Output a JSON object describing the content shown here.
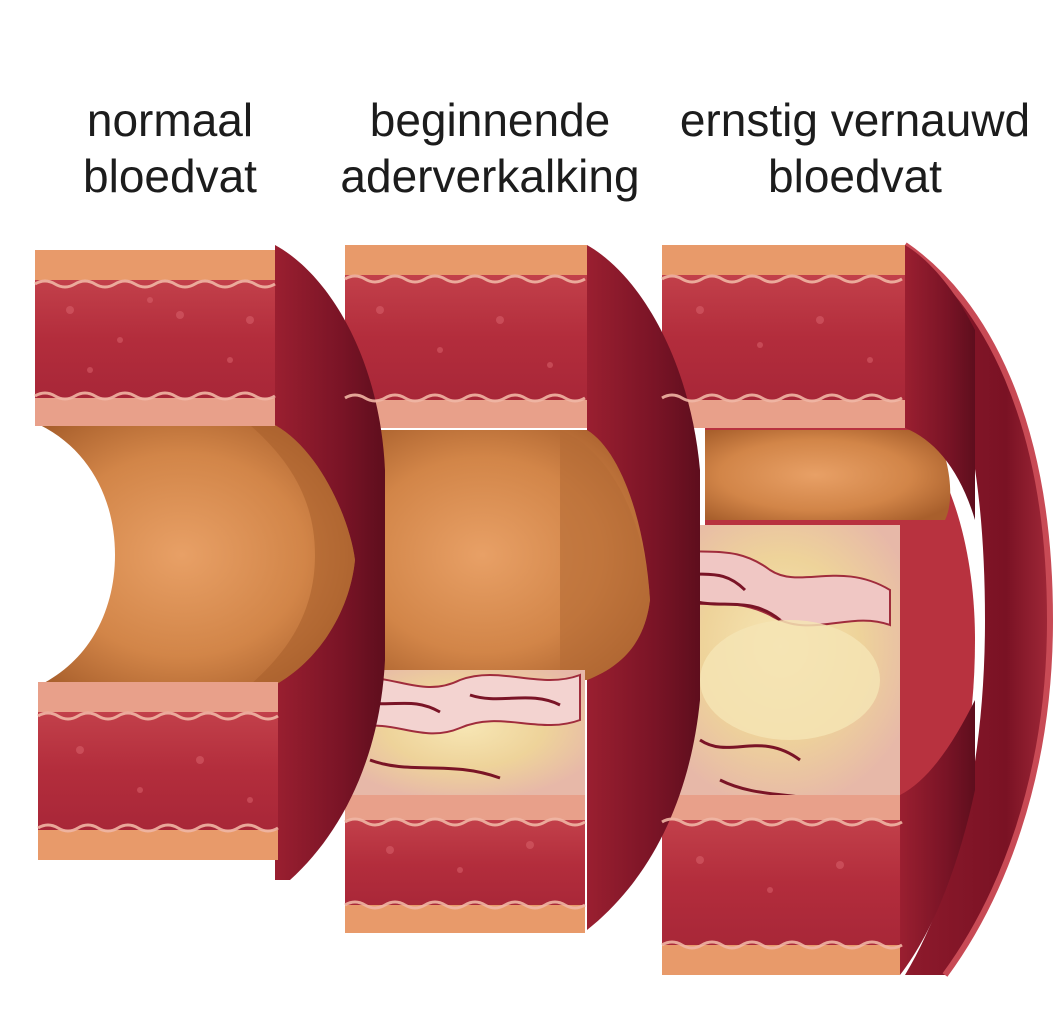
{
  "labels": [
    {
      "line1": "normaal",
      "line2": "bloedvat"
    },
    {
      "line1": "beginnende",
      "line2": "aderverkalking"
    },
    {
      "line1": "ernstig vernauwd",
      "line2": "bloedvat"
    }
  ],
  "colors": {
    "wall_red": "#b8323f",
    "wall_dark": "#7e1426",
    "intima_pink": "#e8a08a",
    "outer_orange": "#e89a6a",
    "lumen": "#d98a52",
    "lumen_shadow": "#b46a36",
    "plaque_cream": "#f2dca6",
    "plaque_white": "#fbf3ea"
  }
}
